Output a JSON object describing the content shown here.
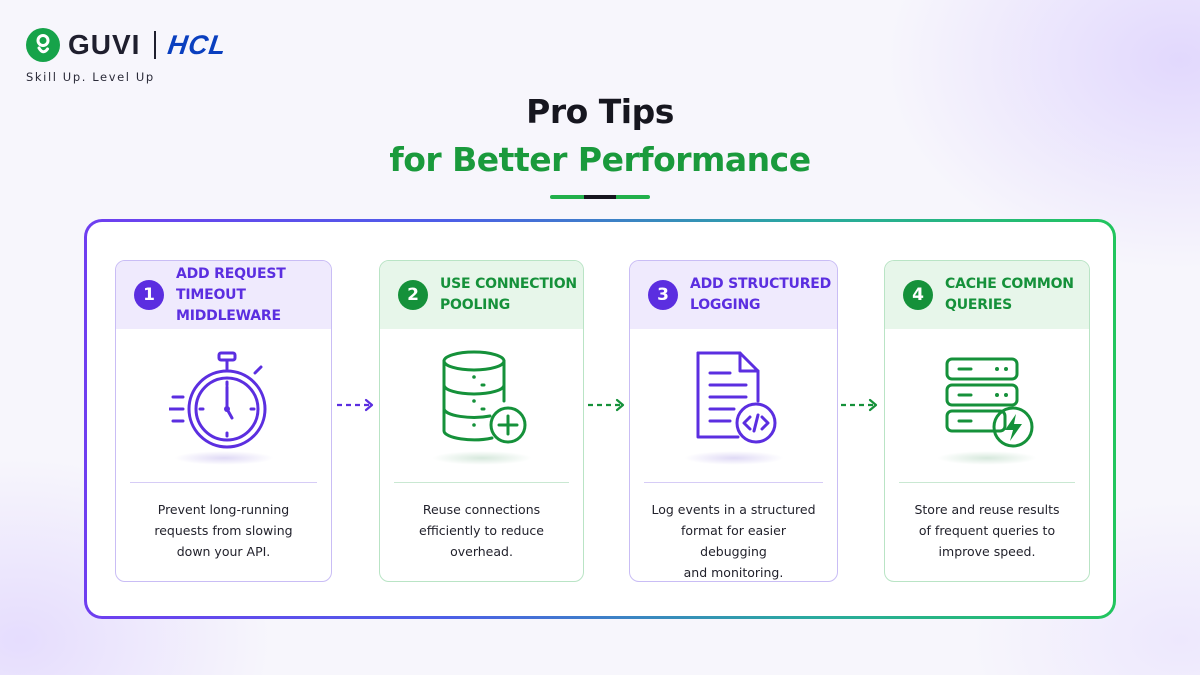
{
  "brand": {
    "guvi": "GUVI",
    "hcl": "HCL",
    "tagline": "Skill Up. Level Up"
  },
  "heading": {
    "title": "Pro Tips",
    "subtitle": "for Better Performance"
  },
  "colors": {
    "purple": "#5b2ee0",
    "green": "#15913a",
    "title": "#16161f",
    "subtitle_green": "#1a9a3c"
  },
  "tips": [
    {
      "number": "1",
      "title_line1": "ADD REQUEST",
      "title_line2": "TIMEOUT MIDDLEWARE",
      "icon": "stopwatch-icon",
      "desc_line1": "Prevent long-running",
      "desc_line2": "requests from slowing",
      "desc_line3": "down your API."
    },
    {
      "number": "2",
      "title_line1": "USE CONNECTION",
      "title_line2": "POOLING",
      "icon": "database-add-icon",
      "desc_line1": "Reuse connections",
      "desc_line2": "efficiently to reduce",
      "desc_line3": "overhead."
    },
    {
      "number": "3",
      "title_line1": "ADD STRUCTURED",
      "title_line2": "LOGGING",
      "icon": "code-document-icon",
      "desc_line1": "Log events in a structured",
      "desc_line2": "format for easier debugging",
      "desc_line3": "and monitoring."
    },
    {
      "number": "4",
      "title_line1": "CACHE COMMON",
      "title_line2": "QUERIES",
      "icon": "server-bolt-icon",
      "desc_line1": "Store and reuse results",
      "desc_line2": "of frequent queries to",
      "desc_line3": "improve speed."
    }
  ]
}
